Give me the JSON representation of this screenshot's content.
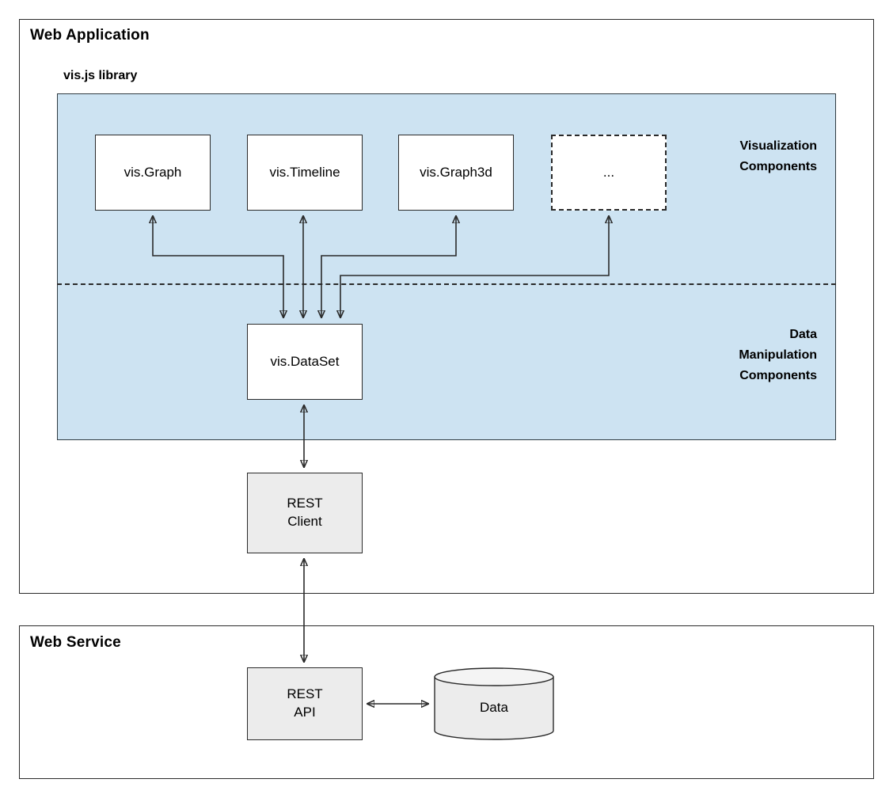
{
  "containers": {
    "web_application": {
      "title": "Web Application"
    },
    "web_service": {
      "title": "Web Service"
    }
  },
  "library": {
    "title": "vis.js library",
    "band_color": "#cde3f2",
    "groups": {
      "visualization": "Visualization\nComponents",
      "data_manipulation": "Data\nManipulation\nComponents"
    }
  },
  "nodes": {
    "vis_graph": "vis.Graph",
    "vis_timeline": "vis.Timeline",
    "vis_graph3d": "vis.Graph3d",
    "ellipsis": "...",
    "vis_dataset": "vis.DataSet",
    "rest_client": "REST\nClient",
    "rest_api": "REST\nAPI",
    "data_store": "Data"
  },
  "colors": {
    "node_fill": "#ffffff",
    "gray_node_fill": "#ececec",
    "stroke": "#2a2a2a",
    "band_fill": "#cde3f2"
  }
}
